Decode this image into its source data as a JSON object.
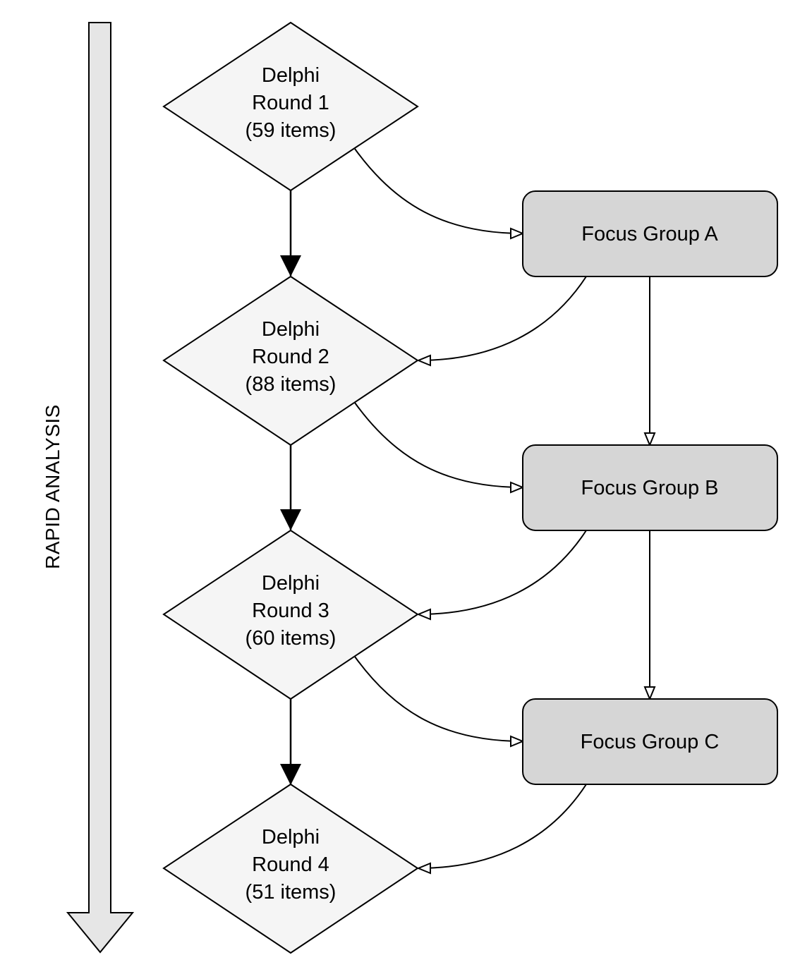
{
  "side_label": "RAPID ANALYSIS",
  "delphi_rounds": [
    {
      "line1": "Delphi",
      "line2": "Round 1",
      "line3": "(59 items)"
    },
    {
      "line1": "Delphi",
      "line2": "Round 2",
      "line3": "(88 items)"
    },
    {
      "line1": "Delphi",
      "line2": "Round 3",
      "line3": "(60 items)"
    },
    {
      "line1": "Delphi",
      "line2": "Round 4",
      "line3": "(51 items)"
    }
  ],
  "focus_groups": [
    {
      "label": "Focus Group A"
    },
    {
      "label": "Focus Group B"
    },
    {
      "label": "Focus Group C"
    }
  ],
  "colors": {
    "diamond_fill": "#f5f5f5",
    "box_fill": "#d6d6d6",
    "arrow_fill": "#e6e6e6",
    "stroke": "#000000"
  }
}
